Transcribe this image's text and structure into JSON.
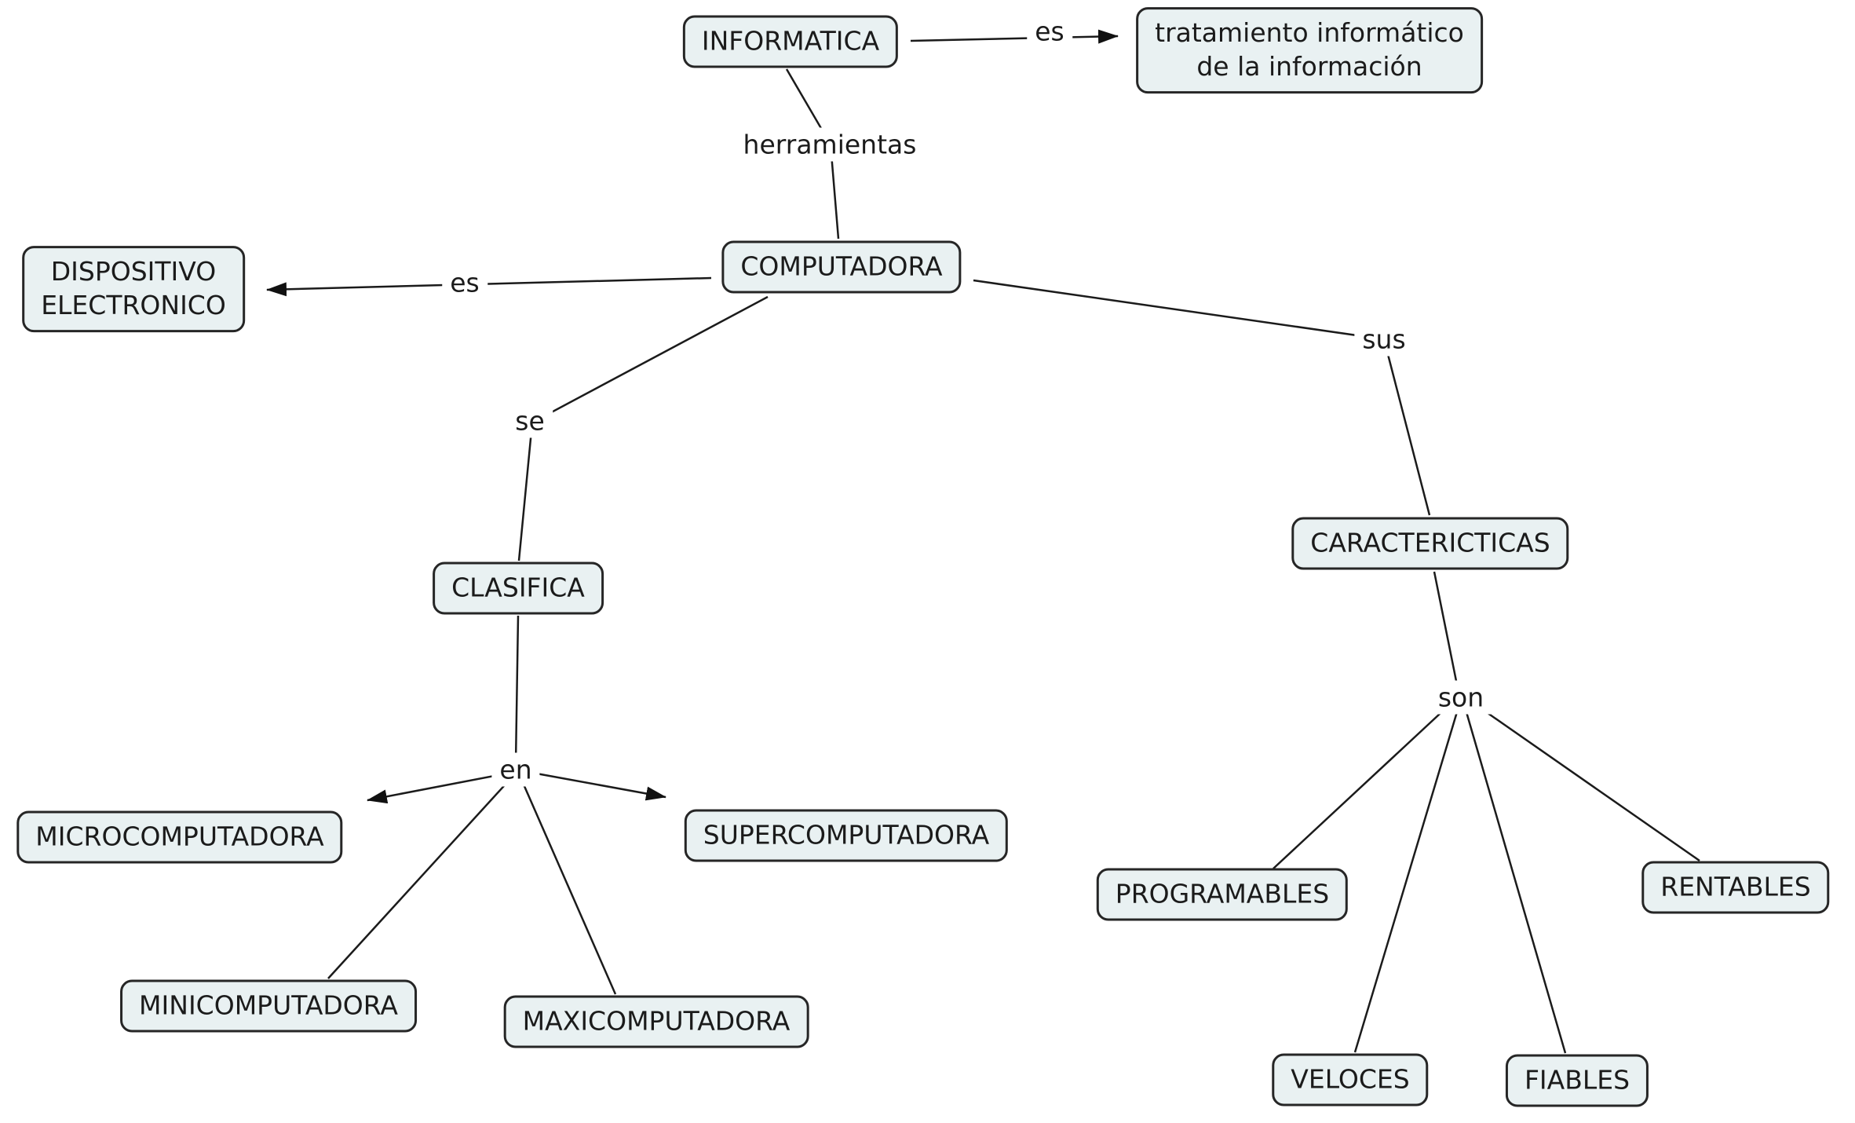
{
  "colors": {
    "background": "#ffffff",
    "node_fill": "#e9f1f2",
    "node_border": "#262626",
    "line": "#1b1b1b",
    "text": "#1b1b1b"
  },
  "nodes": {
    "informatica": "INFORMATICA",
    "tratamiento": "tratamiento informático\nde la información",
    "dispositivo": "DISPOSITIVO\nELECTRONICO",
    "computadora": "COMPUTADORA",
    "clasifica": "CLASIFICA",
    "caracteristicas": "CARACTERICTICAS",
    "microcomputadora": "MICROCOMPUTADORA",
    "supercomputadora": "SUPERCOMPUTADORA",
    "minicomputadora": "MINICOMPUTADORA",
    "maxicomputadora": "MAXICOMPUTADORA",
    "programables": "PROGRAMABLES",
    "rentables": "RENTABLES",
    "veloces": "VELOCES",
    "fiables": "FIABLES"
  },
  "edge_labels": {
    "es_tratamiento": "es",
    "herramientas": "herramientas",
    "es_dispositivo": "es",
    "se": "se",
    "sus": "sus",
    "en": "en",
    "son": "son"
  },
  "edges": [
    {
      "from": "INFORMATICA",
      "label": "es",
      "to": "tratamiento informático de la información",
      "arrow": true
    },
    {
      "from": "INFORMATICA",
      "label": "herramientas",
      "to": "COMPUTADORA",
      "arrow": false
    },
    {
      "from": "COMPUTADORA",
      "label": "es",
      "to": "DISPOSITIVO ELECTRONICO",
      "arrow": true
    },
    {
      "from": "COMPUTADORA",
      "label": "se",
      "to": "CLASIFICA",
      "arrow": false
    },
    {
      "from": "COMPUTADORA",
      "label": "sus",
      "to": "CARACTERICTICAS",
      "arrow": false
    },
    {
      "from": "CLASIFICA",
      "label": "en",
      "to": "MICROCOMPUTADORA",
      "arrow": true
    },
    {
      "from": "CLASIFICA",
      "label": "en",
      "to": "SUPERCOMPUTADORA",
      "arrow": true
    },
    {
      "from": "CLASIFICA",
      "label": "en",
      "to": "MINICOMPUTADORA",
      "arrow": false
    },
    {
      "from": "CLASIFICA",
      "label": "en",
      "to": "MAXICOMPUTADORA",
      "arrow": false
    },
    {
      "from": "CARACTERICTICAS",
      "label": "son",
      "to": "PROGRAMABLES",
      "arrow": false
    },
    {
      "from": "CARACTERICTICAS",
      "label": "son",
      "to": "VELOCES",
      "arrow": false
    },
    {
      "from": "CARACTERICTICAS",
      "label": "son",
      "to": "FIABLES",
      "arrow": false
    },
    {
      "from": "CARACTERICTICAS",
      "label": "son",
      "to": "RENTABLES",
      "arrow": false
    }
  ]
}
